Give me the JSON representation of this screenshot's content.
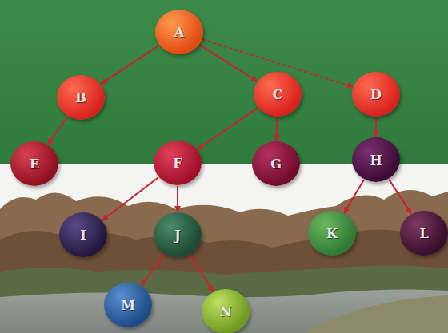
{
  "diagram": {
    "nodes": [
      {
        "text": [
          "A"
        ]
      },
      {
        "text": [
          "B"
        ]
      },
      {
        "text": [
          "C"
        ]
      },
      {
        "text": [
          "D"
        ]
      },
      {
        "text": [
          "E"
        ]
      },
      {
        "text": [
          "F"
        ]
      },
      {
        "text": [
          "G"
        ]
      },
      {
        "text": [
          "H"
        ]
      },
      {
        "text": [
          "I"
        ]
      },
      {
        "text": [
          "J"
        ]
      },
      {
        "text": [
          "K"
        ]
      },
      {
        "text": [
          "L"
        ]
      },
      {
        "text": [
          "M"
        ]
      },
      {
        "text": [
          "N"
        ]
      }
    ],
    "edges": [
      {
        "from": 0,
        "to": 1,
        "arrow": "to"
      },
      {
        "from": 0,
        "to": 2,
        "arrow": "to"
      },
      {
        "from": 0,
        "to": 3,
        "arrow": "to"
      },
      {
        "from": 1,
        "to": 4,
        "arrow": "to"
      },
      {
        "from": 2,
        "to": 5,
        "arrow": "to"
      },
      {
        "from": 2,
        "to": 6,
        "arrow": "to"
      },
      {
        "from": 3,
        "to": 7,
        "arrow": "to"
      },
      {
        "from": 5,
        "to": 8,
        "arrow": "to"
      },
      {
        "from": 5,
        "to": 9,
        "arrow": "to"
      },
      {
        "from": 7,
        "to": 10,
        "arrow": "to"
      },
      {
        "from": 7,
        "to": 11,
        "arrow": "to"
      },
      {
        "from": 9,
        "to": 12,
        "arrow": "to"
      },
      {
        "from": 9,
        "to": 13,
        "arrow": "to"
      }
    ]
  }
}
